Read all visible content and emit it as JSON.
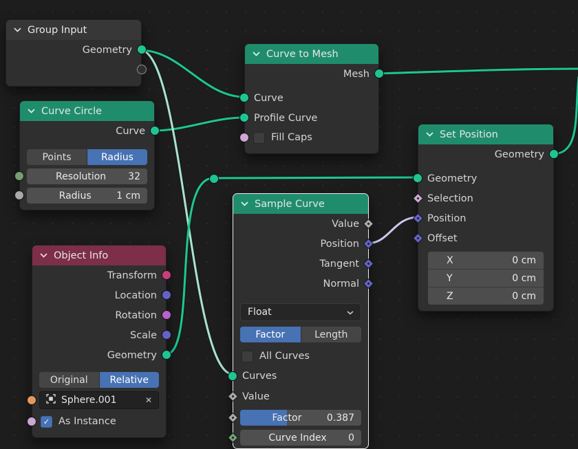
{
  "colors": {
    "background": "#1d1d1d",
    "node_body": "#2f2f2f",
    "header_geometry_green": "#1f8d6b",
    "header_group_input_gray": "#373737",
    "header_object_info_red": "#7d2e49",
    "accent_selected_blue": "#4772b3",
    "wire_green": "#1ec592",
    "wire_mint_highlight": "#a9e2cb",
    "wire_lavender_highlight": "#c9c8ec",
    "socket_geometry": "#1ec592",
    "socket_integer": "#72a073",
    "socket_float_gray": "#a9a9a9",
    "socket_vector_blue": "#6363c7",
    "socket_boolean_pink": "#cca6d6",
    "socket_object_orange": "#e5985c",
    "socket_transform_magenta": "#c83e7a",
    "socket_rotation_purple": "#b662cc",
    "selection_outline": "#ececec"
  },
  "icons": {
    "collapse": "chevron-down-icon",
    "dropdown": "chevron-down-icon",
    "object_data": "object-icon",
    "clear": "x-icon",
    "checked": "checkmark-icon"
  },
  "nodes": {
    "group_input": {
      "title": "Group Input",
      "outputs": [
        {
          "label": "Geometry"
        }
      ]
    },
    "curve_circle": {
      "title": "Curve Circle",
      "output_label": "Curve",
      "mode": [
        "Points",
        "Radius"
      ],
      "mode_selected": "Radius",
      "resolution": {
        "label": "Resolution",
        "value": "32"
      },
      "radius": {
        "label": "Radius",
        "value": "1 cm"
      }
    },
    "object_info": {
      "title": "Object Info",
      "outputs": [
        {
          "label": "Transform"
        },
        {
          "label": "Location"
        },
        {
          "label": "Rotation"
        },
        {
          "label": "Scale"
        },
        {
          "label": "Geometry"
        }
      ],
      "mode": [
        "Original",
        "Relative"
      ],
      "mode_selected": "Relative",
      "object_field": {
        "name": "Sphere.001"
      },
      "as_instance": {
        "label": "As Instance",
        "checked": true
      }
    },
    "curve_to_mesh": {
      "title": "Curve to Mesh",
      "output_label": "Mesh",
      "inputs": [
        {
          "label": "Curve"
        },
        {
          "label": "Profile Curve"
        }
      ],
      "fill_caps": {
        "label": "Fill Caps",
        "checked": false
      }
    },
    "sample_curve": {
      "title": "Sample Curve",
      "selected": true,
      "outputs": [
        {
          "label": "Value"
        },
        {
          "label": "Position"
        },
        {
          "label": "Tangent"
        },
        {
          "label": "Normal"
        }
      ],
      "data_type": {
        "value": "Float"
      },
      "mode": [
        "Factor",
        "Length"
      ],
      "mode_selected": "Factor",
      "all_curves": {
        "label": "All Curves",
        "checked": false
      },
      "inputs": {
        "curves": {
          "label": "Curves"
        },
        "value": {
          "label": "Value"
        },
        "factor": {
          "label": "Factor",
          "value": "0.387",
          "fraction": 0.387
        },
        "curve_index": {
          "label": "Curve Index",
          "value": "0"
        }
      }
    },
    "set_position": {
      "title": "Set Position",
      "output_label": "Geometry",
      "inputs": [
        {
          "label": "Geometry"
        },
        {
          "label": "Selection"
        },
        {
          "label": "Position"
        },
        {
          "label": "Offset"
        }
      ],
      "offset_vector": [
        {
          "axis": "X",
          "value": "0 cm"
        },
        {
          "axis": "Y",
          "value": "0 cm"
        },
        {
          "axis": "Z",
          "value": "0 cm"
        }
      ]
    }
  }
}
